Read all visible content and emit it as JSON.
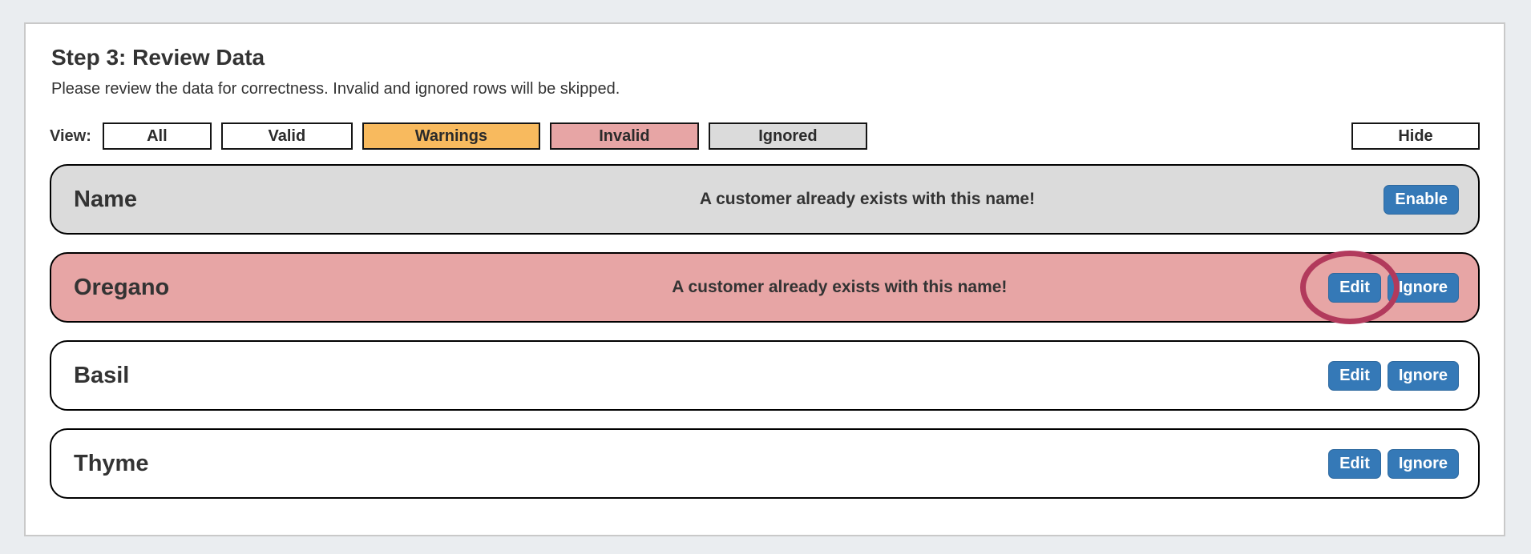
{
  "page": {
    "title": "Step 3: Review Data",
    "subtitle": "Please review the data for correctness. Invalid and ignored rows will be skipped."
  },
  "filter_bar": {
    "view_label": "View:",
    "all": "All",
    "valid": "Valid",
    "warnings": "Warnings",
    "invalid": "Invalid",
    "ignored": "Ignored",
    "hide": "Hide"
  },
  "rows": [
    {
      "name": "Name",
      "status": "ignored",
      "message": "A customer already exists with this name!",
      "enable_label": "Enable"
    },
    {
      "name": "Oregano",
      "status": "invalid",
      "message": "A customer already exists with this name!",
      "edit_label": "Edit",
      "ignore_label": "Ignore",
      "annotation": "circle-around-edit-button"
    },
    {
      "name": "Basil",
      "status": "valid",
      "message": "",
      "edit_label": "Edit",
      "ignore_label": "Ignore"
    },
    {
      "name": "Thyme",
      "status": "valid",
      "message": "",
      "edit_label": "Edit",
      "ignore_label": "Ignore"
    }
  ],
  "colors": {
    "page_background": "#eaedf0",
    "accent_blue": "#3579b7",
    "warning_orange": "#f8ba5e",
    "invalid_pink": "#e7a5a5",
    "ignored_gray": "#dbdbdb",
    "annotation_circle": "#b23a5c",
    "row_border": "#000000",
    "text_dark": "#333333"
  }
}
